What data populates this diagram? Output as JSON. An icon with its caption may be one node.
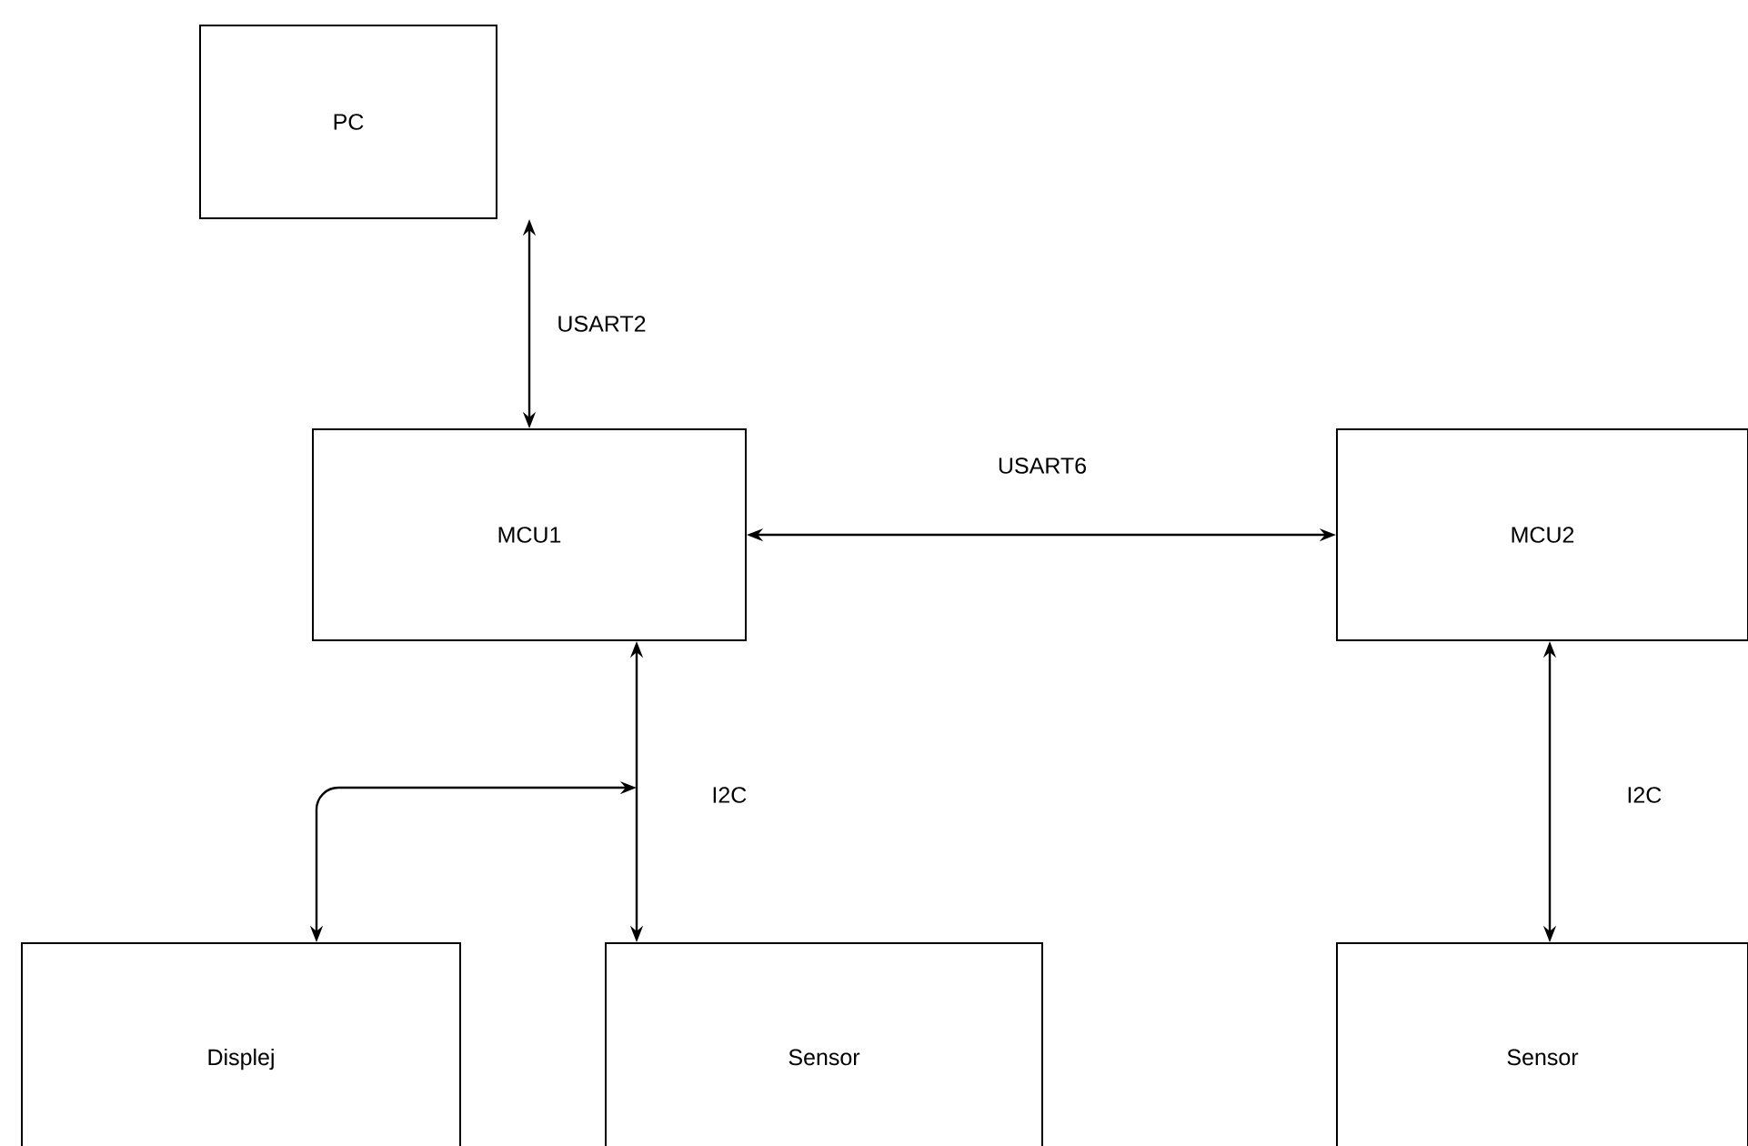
{
  "diagram": {
    "nodes": [
      {
        "text": [
          "PC"
        ]
      },
      {
        "text": [
          "MCU1"
        ]
      },
      {
        "text": [
          "MCU2"
        ]
      },
      {
        "text": [
          "Displej"
        ]
      },
      {
        "text": [
          "Sensor"
        ]
      },
      {
        "text": [
          "Sensor"
        ]
      }
    ],
    "edges": [
      {
        "from": 0,
        "to": 1,
        "arrow": "both",
        "label": "USART2"
      },
      {
        "from": 1,
        "to": 2,
        "arrow": "both",
        "label": "USART6"
      },
      {
        "from": 1,
        "to": 4,
        "arrow": "both",
        "label": "I2C"
      },
      {
        "from": 2,
        "to": 5,
        "arrow": "both",
        "label": "I2C"
      },
      {
        "from": null,
        "to": 3,
        "arrow": "both"
      }
    ]
  }
}
